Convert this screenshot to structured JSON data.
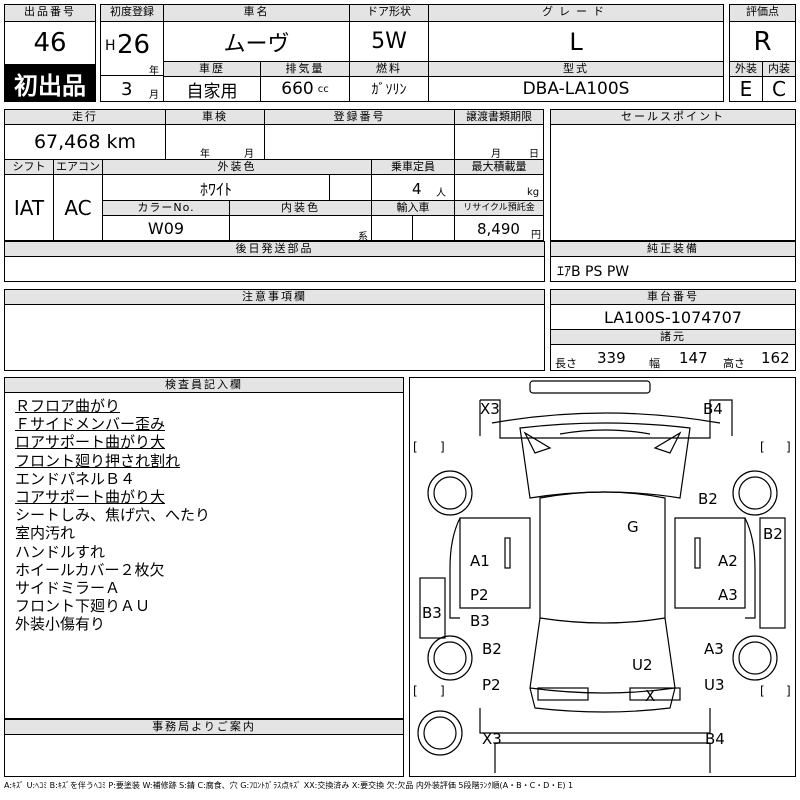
{
  "top": {
    "lot_no_label": "出品番号",
    "lot_no": "46",
    "first_listing": "初出品",
    "first_reg_label": "初度登録",
    "era": "H",
    "year": "26",
    "year_unit": "年",
    "month": "3",
    "month_unit": "月",
    "car_name_label": "車名",
    "car_name": "ムーヴ",
    "door_label": "ドア形状",
    "door": "5W",
    "grade_label": "グレード",
    "grade": "L",
    "score_label": "評価点",
    "score": "R",
    "history_label": "車歴",
    "history": "自家用",
    "displacement_label": "排気量",
    "displacement": "660",
    "displacement_unit": "cc",
    "fuel_label": "燃料",
    "fuel": "ｶﾞｿﾘﾝ",
    "model_label": "型式",
    "model": "DBA-LA100S",
    "exterior_label": "外装",
    "interior_label": "内装",
    "exterior_score": "E",
    "interior_score": "C"
  },
  "mid": {
    "mileage_label": "走行",
    "mileage": "67,468 km",
    "inspection_label": "車検",
    "insp_year": "年",
    "insp_month": "月",
    "reg_no_label": "登録番号",
    "transfer_label": "譲渡書類期限",
    "transfer_month": "月",
    "transfer_day": "日",
    "shift_label": "シフト",
    "ac_label": "エアコン",
    "shift": "IAT",
    "ac": "AC",
    "ext_color_label": "外装色",
    "ext_color": "ﾎﾜｲﾄ",
    "seats_label": "乗車定員",
    "seats": "4",
    "seats_unit": "人",
    "max_load_label": "最大積載量",
    "max_load_unit": "kg",
    "color_no_label": "カラーNo.",
    "color_no": "W09",
    "int_color_label": "内装色",
    "int_color_unit": "系",
    "import_label": "輸入車",
    "recycle_label": "リサイクル預託金",
    "recycle": "8,490",
    "recycle_unit": "円",
    "later_parts_label": "後日発送部品",
    "sales_point_label": "セールスポイント",
    "equipment_label": "純正装備",
    "equipment": "ｴｱB PS PW",
    "notes_label": "注意事項欄",
    "chassis_label": "車台番号",
    "chassis": "LA100S-1074707",
    "dims_label": "諸元",
    "length_label": "長さ",
    "length": "339",
    "width_label": "幅",
    "width": "147",
    "height_label": "高さ",
    "height": "162"
  },
  "inspection": {
    "label": "検査員記入欄",
    "lines": [
      {
        "text": "Ｒフロア曲がり",
        "underline": true
      },
      {
        "text": "Ｆサイドメンバー歪み",
        "underline": true
      },
      {
        "text": "ロアサポート曲がり大",
        "underline": true
      },
      {
        "text": "フロント廻り押され割れ",
        "underline": true
      },
      {
        "text": "エンドパネルＢ４",
        "underline": false
      },
      {
        "text": "コアサポート曲がり大",
        "underline": true
      },
      {
        "text": "シートしみ、焦げ穴、へたり",
        "underline": false
      },
      {
        "text": "室内汚れ",
        "underline": false
      },
      {
        "text": "ハンドルすれ",
        "underline": false
      },
      {
        "text": "ホイールカバー２枚欠",
        "underline": false
      },
      {
        "text": "サイドミラーＡ",
        "underline": false
      },
      {
        "text": "フロント下廻りＡＵ",
        "underline": false
      },
      {
        "text": "外装小傷有り",
        "underline": false
      }
    ]
  },
  "office_label": "事務局よりご案内",
  "diagram": {
    "marks": [
      "X3",
      "B4",
      "B2",
      "B2",
      "G",
      "A1",
      "A2",
      "P2",
      "A3",
      "B3",
      "B3",
      "B2",
      "A3",
      "U2",
      "P2",
      "U3",
      "X",
      "X3",
      "B4"
    ],
    "brackets": [
      "[",
      "]",
      "[",
      "]",
      "[",
      "]",
      "[",
      "]"
    ]
  },
  "legend": "A:ｷｽﾞ U:ﾍｺﾐ B:ｷｽﾞを伴うﾍｺﾐ P:要塗装 W:補修跡 S:錆 C:腐食、穴 G:ﾌﾛﾝﾄｶﾞﾗｽ点ｷｽﾞ XX:交換済み X:要交換 欠:欠品 内外装評価 5段階ﾗﾝｸ順(A・B・C・D・E) 1"
}
